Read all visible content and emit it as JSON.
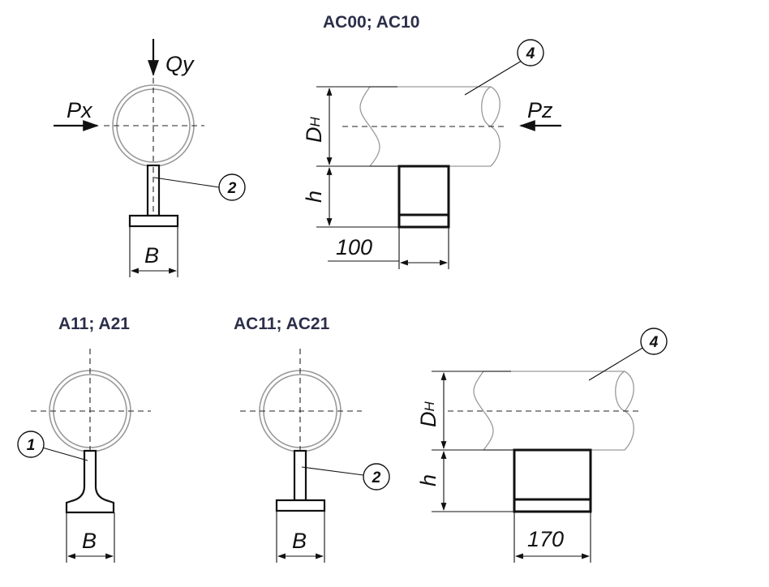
{
  "headings": {
    "top_right": "AC00; AC10",
    "bottom_left": "A11; A21",
    "bottom_middle": "AC11; AC21"
  },
  "labels": {
    "qy": "Qy",
    "px": "Px",
    "pz": "Pz",
    "b": "B",
    "h": "h",
    "dh_main": "D",
    "dh_sub": "H",
    "dim_100": "100",
    "dim_170": "170"
  },
  "callouts": {
    "one": "1",
    "two": "2",
    "four": "4"
  }
}
